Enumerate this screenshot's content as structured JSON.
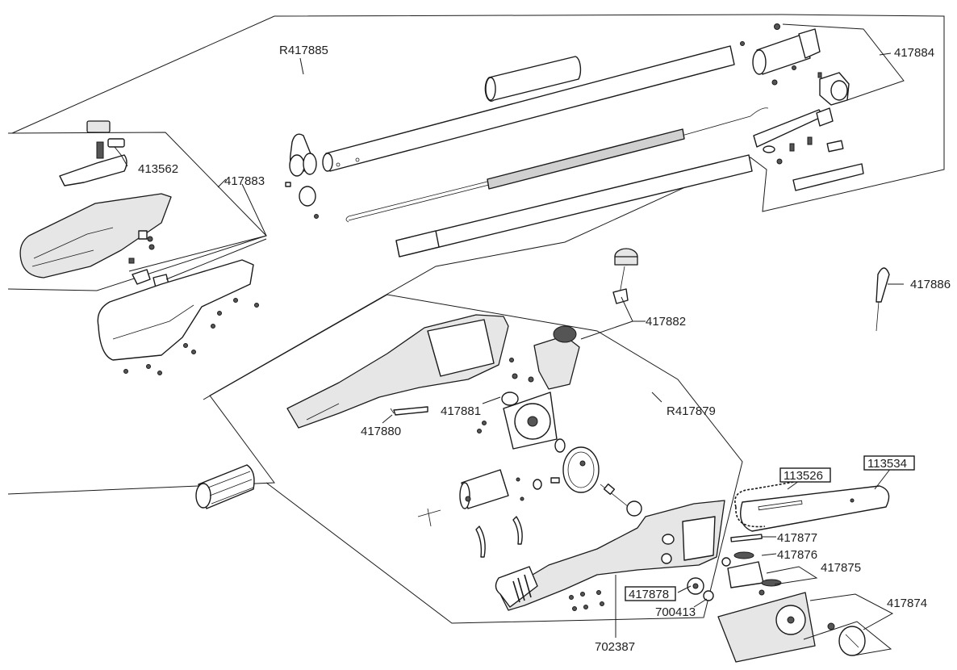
{
  "diagram": {
    "type": "exploded-parts-view",
    "subject": "pole saw",
    "callouts": [
      {
        "id": "R417885",
        "label": "R417885",
        "boxed": false,
        "group": "pole-assembly"
      },
      {
        "id": "417884",
        "label": "417884",
        "boxed": false,
        "group": "pole-coupler-knob"
      },
      {
        "id": "413562",
        "label": "413562",
        "boxed": false,
        "group": "trigger-switch"
      },
      {
        "id": "417883",
        "label": "417883",
        "boxed": false,
        "group": "rear-handle-housing"
      },
      {
        "id": "417882",
        "label": "417882",
        "boxed": false,
        "group": "oil-cap"
      },
      {
        "id": "417886",
        "label": "417886",
        "boxed": false,
        "group": "bar-wrench"
      },
      {
        "id": "417881",
        "label": "417881",
        "boxed": false,
        "group": "oil-pump"
      },
      {
        "id": "417880",
        "label": "417880",
        "boxed": false,
        "group": "oil-hose"
      },
      {
        "id": "R417879",
        "label": "R417879",
        "boxed": false,
        "group": "head-assembly"
      },
      {
        "id": "113526",
        "label": "113526",
        "boxed": true,
        "group": "saw-chain"
      },
      {
        "id": "113534",
        "label": "113534",
        "boxed": true,
        "group": "guide-bar"
      },
      {
        "id": "417877",
        "label": "417877",
        "boxed": false,
        "group": "tensioner-bolt"
      },
      {
        "id": "417876",
        "label": "417876",
        "boxed": false,
        "group": "tensioner-nut"
      },
      {
        "id": "417875",
        "label": "417875",
        "boxed": false,
        "group": "bar-plate"
      },
      {
        "id": "417874",
        "label": "417874",
        "boxed": false,
        "group": "sprocket-cover-knob"
      },
      {
        "id": "417878",
        "label": "417878",
        "boxed": true,
        "group": "sprocket"
      },
      {
        "id": "700413",
        "label": "700413",
        "boxed": false,
        "group": "retaining-ring"
      },
      {
        "id": "702387",
        "label": "702387",
        "boxed": false,
        "group": "screw-set"
      }
    ]
  }
}
